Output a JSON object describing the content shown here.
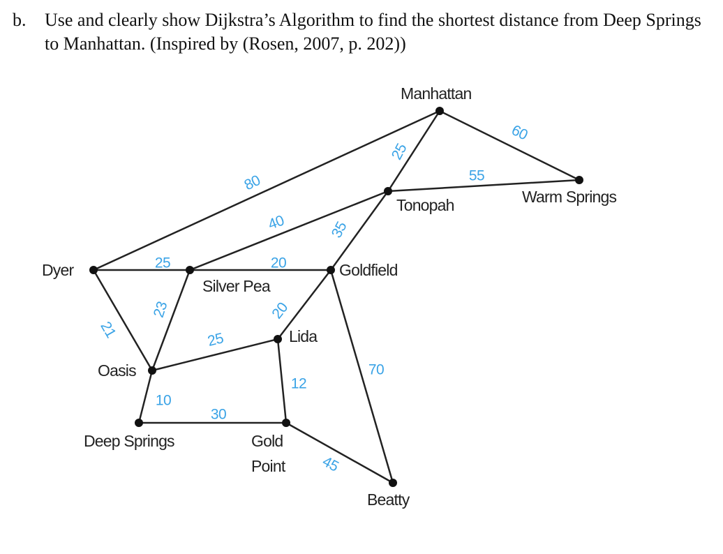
{
  "problem": {
    "letter": "b.",
    "text": "Use and clearly show Dijkstra’s Algorithm to find the shortest distance from Deep Springs to Manhattan. (Inspired by (Rosen, 2007, p. 202))"
  },
  "graph": {
    "node_color": "#111111",
    "edge_color": "#222222",
    "weight_color": "#3aa3e6",
    "nodes": [
      {
        "id": "manhattan",
        "name": "Manhattan"
      },
      {
        "id": "warm_springs",
        "name": "Warm Springs"
      },
      {
        "id": "tonopah",
        "name": "Tonopah"
      },
      {
        "id": "dyer",
        "name": "Dyer"
      },
      {
        "id": "silver_pea",
        "name": "Silver Pea"
      },
      {
        "id": "goldfield",
        "name": "Goldfield"
      },
      {
        "id": "lida",
        "name": "Lida"
      },
      {
        "id": "oasis",
        "name": "Oasis"
      },
      {
        "id": "deep_springs",
        "name": "Deep Springs"
      },
      {
        "id": "gold_point",
        "name": "Gold Point",
        "lines": [
          "Gold",
          "Point"
        ]
      },
      {
        "id": "beatty",
        "name": "Beatty"
      }
    ],
    "edges": [
      {
        "from": "dyer",
        "to": "manhattan",
        "weight": "80"
      },
      {
        "from": "tonopah",
        "to": "manhattan",
        "weight": "25"
      },
      {
        "from": "manhattan",
        "to": "warm_springs",
        "weight": "60"
      },
      {
        "from": "tonopah",
        "to": "warm_springs",
        "weight": "55"
      },
      {
        "from": "silver_pea",
        "to": "tonopah",
        "weight": "40"
      },
      {
        "from": "goldfield",
        "to": "tonopah",
        "weight": "35"
      },
      {
        "from": "dyer",
        "to": "silver_pea",
        "weight": "25"
      },
      {
        "from": "silver_pea",
        "to": "goldfield",
        "weight": "20"
      },
      {
        "from": "dyer",
        "to": "oasis",
        "weight": "21"
      },
      {
        "from": "oasis",
        "to": "silver_pea",
        "weight": "23"
      },
      {
        "from": "lida",
        "to": "goldfield",
        "weight": "20"
      },
      {
        "from": "oasis",
        "to": "lida",
        "weight": "25"
      },
      {
        "from": "lida",
        "to": "gold_point",
        "weight": "12"
      },
      {
        "from": "goldfield",
        "to": "beatty",
        "weight": "70"
      },
      {
        "from": "oasis",
        "to": "deep_springs",
        "weight": "10"
      },
      {
        "from": "deep_springs",
        "to": "gold_point",
        "weight": "30"
      },
      {
        "from": "gold_point",
        "to": "beatty",
        "weight": "45"
      }
    ]
  }
}
